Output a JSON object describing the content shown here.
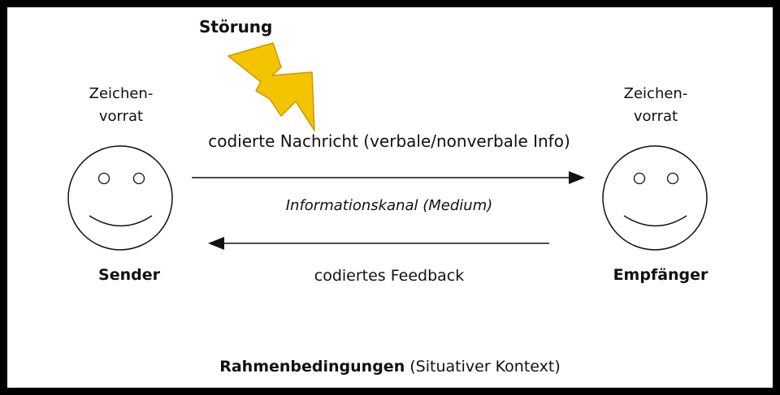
{
  "diagram": {
    "noise_label": "Störung",
    "sender": {
      "stock_line1": "Zeichen-",
      "stock_line2": "vorrat",
      "name": "Sender"
    },
    "receiver": {
      "stock_line1": "Zeichen-",
      "stock_line2": "vorrat",
      "name": "Empfänger"
    },
    "message_label": "codierte Nachricht (verbale/nonverbale Info)",
    "channel_label": "Informationskanal (Medium)",
    "feedback_label": "codiertes Feedback",
    "frame_bold": "Rahmenbedingungen",
    "frame_normal": "(Situativer Kontext)"
  },
  "colors": {
    "border": "#000000",
    "lightning_fill": "#F5C400",
    "lightning_stroke": "#C99800"
  }
}
